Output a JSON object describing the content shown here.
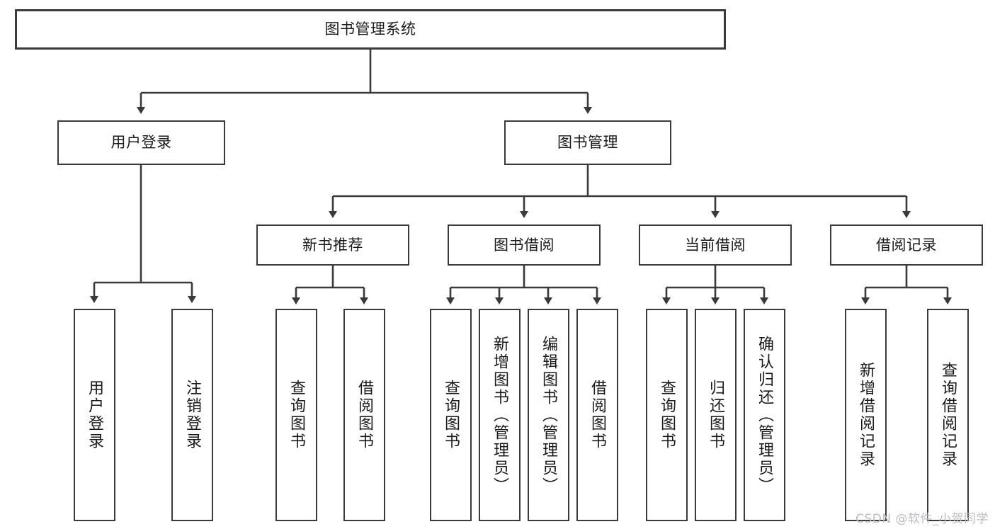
{
  "diagram": {
    "title": "图书管理系统",
    "root": {
      "label": "图书管理系统"
    },
    "level2": [
      {
        "label": "用户登录"
      },
      {
        "label": "图书管理"
      }
    ],
    "level3": [
      {
        "label": "新书推荐"
      },
      {
        "label": "图书借阅"
      },
      {
        "label": "当前借阅"
      },
      {
        "label": "借阅记录"
      }
    ],
    "leaves": {
      "user_login": [
        {
          "label": "用户登录"
        },
        {
          "label": "注销登录"
        }
      ],
      "new_book_recommend": [
        {
          "label": "查询图书"
        },
        {
          "label": "借阅图书"
        }
      ],
      "book_borrow": [
        {
          "label": "查询图书"
        },
        {
          "label": "新增图书（管理员）"
        },
        {
          "label": "编辑图书（管理员）"
        },
        {
          "label": "借阅图书"
        }
      ],
      "current_borrow": [
        {
          "label": "查询图书"
        },
        {
          "label": "归还图书"
        },
        {
          "label": "确认归还（管理员）"
        }
      ],
      "borrow_record": [
        {
          "label": "新增借阅记录"
        },
        {
          "label": "查询借阅记录"
        }
      ]
    }
  },
  "watermark": {
    "text": "CSDN @软件_小贺同学"
  },
  "colors": {
    "stroke": "#3a3a3a",
    "background": "#ffffff",
    "text": "#1a1a1a",
    "watermark": "#b9bcc0"
  }
}
